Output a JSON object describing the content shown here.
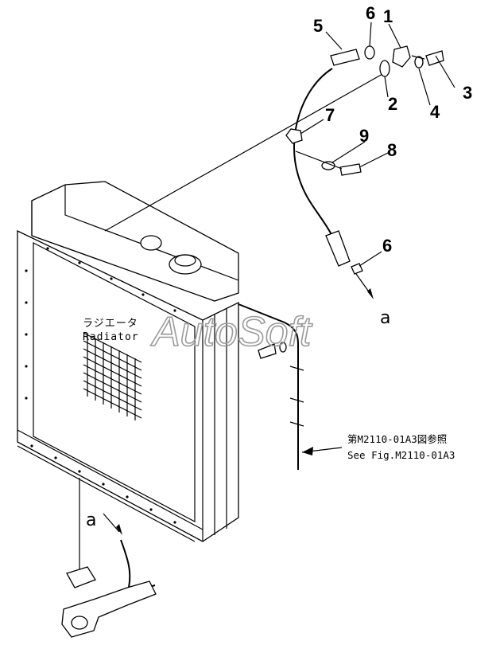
{
  "callouts": {
    "c1": "1",
    "c2": "2",
    "c3": "3",
    "c4": "4",
    "c5": "5",
    "c6a": "6",
    "c6b": "6",
    "c7": "7",
    "c8": "8",
    "c9": "9"
  },
  "markers": {
    "a_top": "a",
    "a_bottom": "a"
  },
  "radiator_label": {
    "japanese": "ラジエータ",
    "english": "Radiator"
  },
  "reference": {
    "japanese": "第M2110-01A3図参照",
    "english": "See Fig.M2110-01A3"
  },
  "watermark": "AutoSoft"
}
